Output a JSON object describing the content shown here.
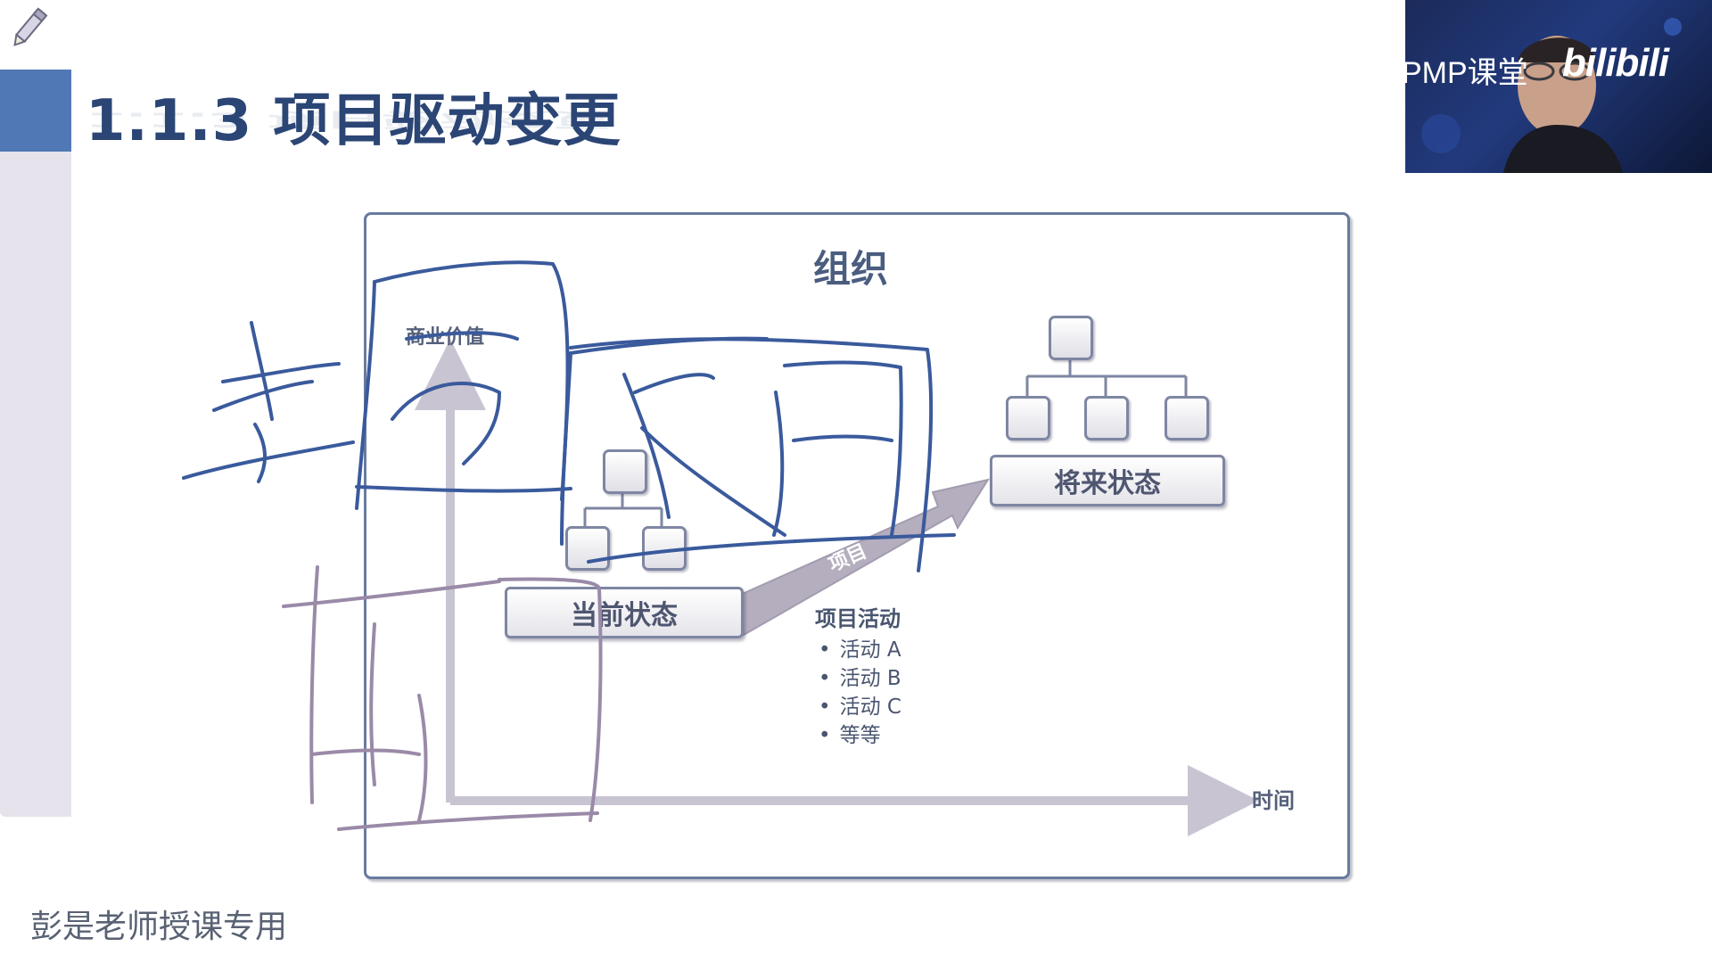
{
  "slide": {
    "title": "1.1.3 项目驱动变更",
    "watermark": "彭是老师授课专用"
  },
  "diagram": {
    "title": "组织",
    "y_axis_label": "商业价值",
    "x_axis_label": "时间",
    "current_state": "当前状态",
    "future_state": "将来状态",
    "arrow_label": "项目",
    "activities_heading": "项目活动",
    "activities": [
      "活动 A",
      "活动 B",
      "活动 C",
      "等等"
    ]
  },
  "overlay": {
    "channel_name": "PMP课堂",
    "site_logo": "bilibili"
  },
  "icons": [
    "pencil-icon"
  ],
  "colors": {
    "title": "#2b4575",
    "accent": "#4f78b5",
    "ink_blue": "#3a5a9c",
    "ink_purple": "#9a8aa8",
    "frame": "#687a9e"
  }
}
